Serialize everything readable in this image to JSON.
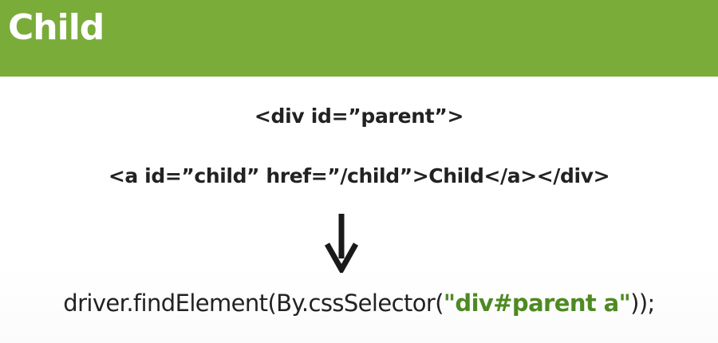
{
  "slide": {
    "title": "Child",
    "html_line_1": "<div id=”parent”>",
    "html_line_2": "<a id=”child” href=”/child”>Child</a></div>",
    "arrow_icon": "down-arrow-icon",
    "code_prefix": "driver.findElement(By.cssSelector(",
    "code_selector": "\"div#parent a\"",
    "code_suffix": "));",
    "colors": {
      "title_bar": "#7aac3a",
      "selector_highlight": "#4e8a22",
      "text": "#222222"
    }
  }
}
